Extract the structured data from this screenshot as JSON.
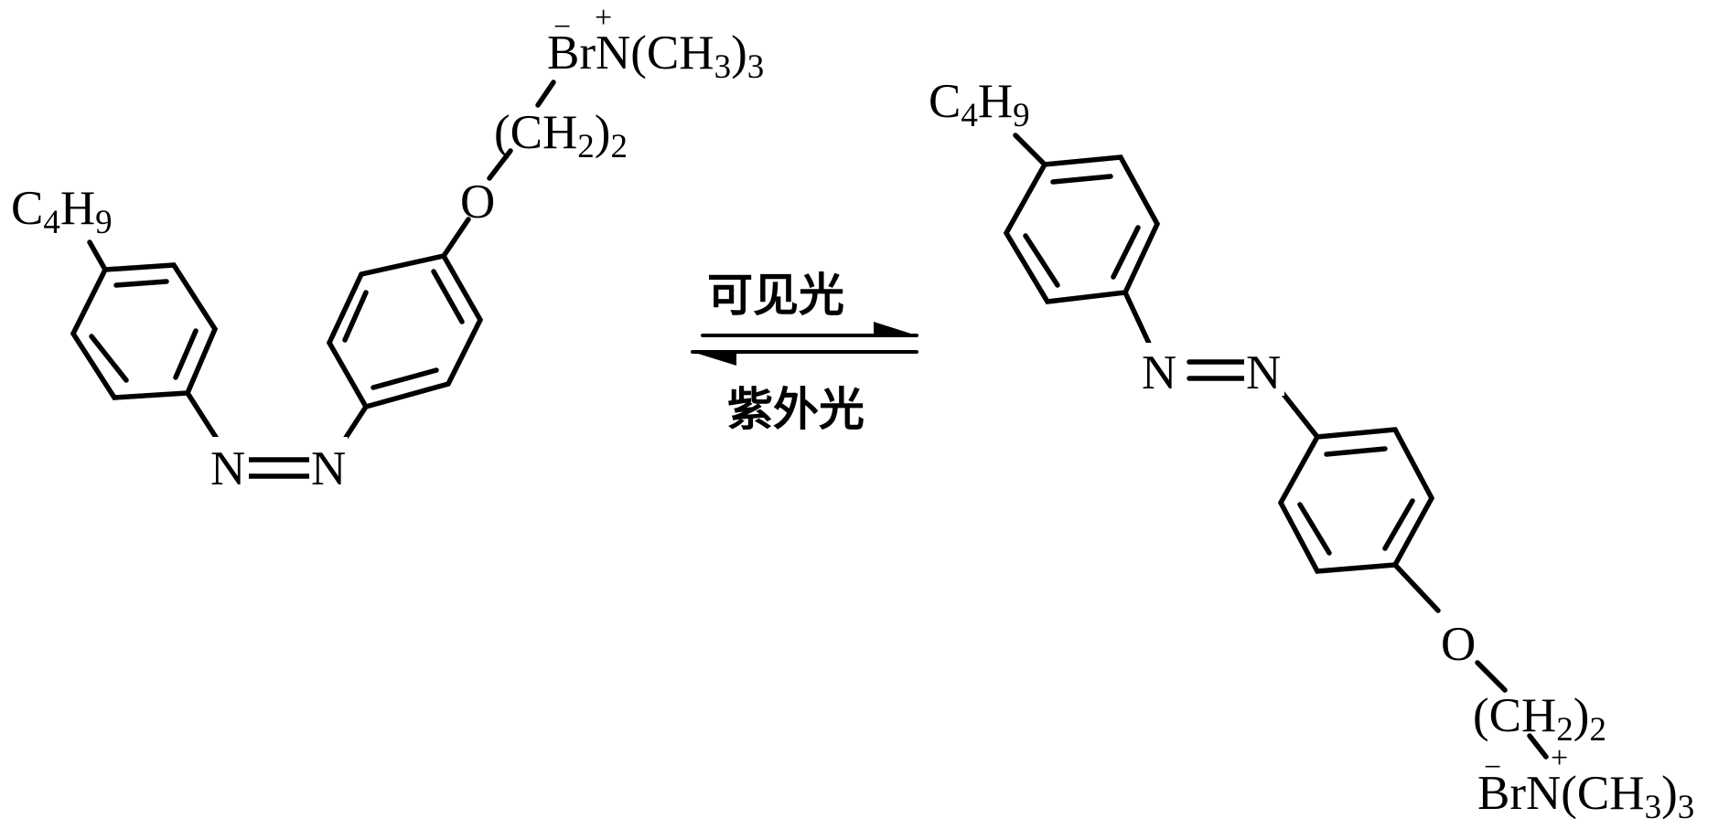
{
  "reaction": {
    "forward_condition": "可见光",
    "reverse_condition": "紫外光"
  },
  "trans_isomer": {
    "alkyl": {
      "base": "C",
      "sub1": "4",
      "mid": "H",
      "sub2": "9"
    },
    "azo_left": "N",
    "azo_right": "N",
    "ether_oxygen": "O",
    "linker": {
      "open": "(CH",
      "sub1": "2",
      "close": ")",
      "sub2": "2"
    },
    "ammonium": {
      "anion": "Br",
      "anion_charge": "−",
      "cation": "N",
      "cation_charge": "+",
      "group": "(CH",
      "sub1": "3",
      "close": ")",
      "sub2": "3"
    }
  },
  "cis_isomer": {
    "alkyl": {
      "base": "C",
      "sub1": "4",
      "mid": "H",
      "sub2": "9"
    },
    "azo_left": "N",
    "azo_right": "N",
    "ether_oxygen": "O",
    "linker": {
      "open": "(CH",
      "sub1": "2",
      "close": ")",
      "sub2": "2"
    },
    "ammonium": {
      "anion": "Br",
      "anion_charge": "−",
      "cation": "N",
      "cation_charge": "+",
      "group": "(CH",
      "sub1": "3",
      "close": ")",
      "sub2": "3"
    }
  }
}
